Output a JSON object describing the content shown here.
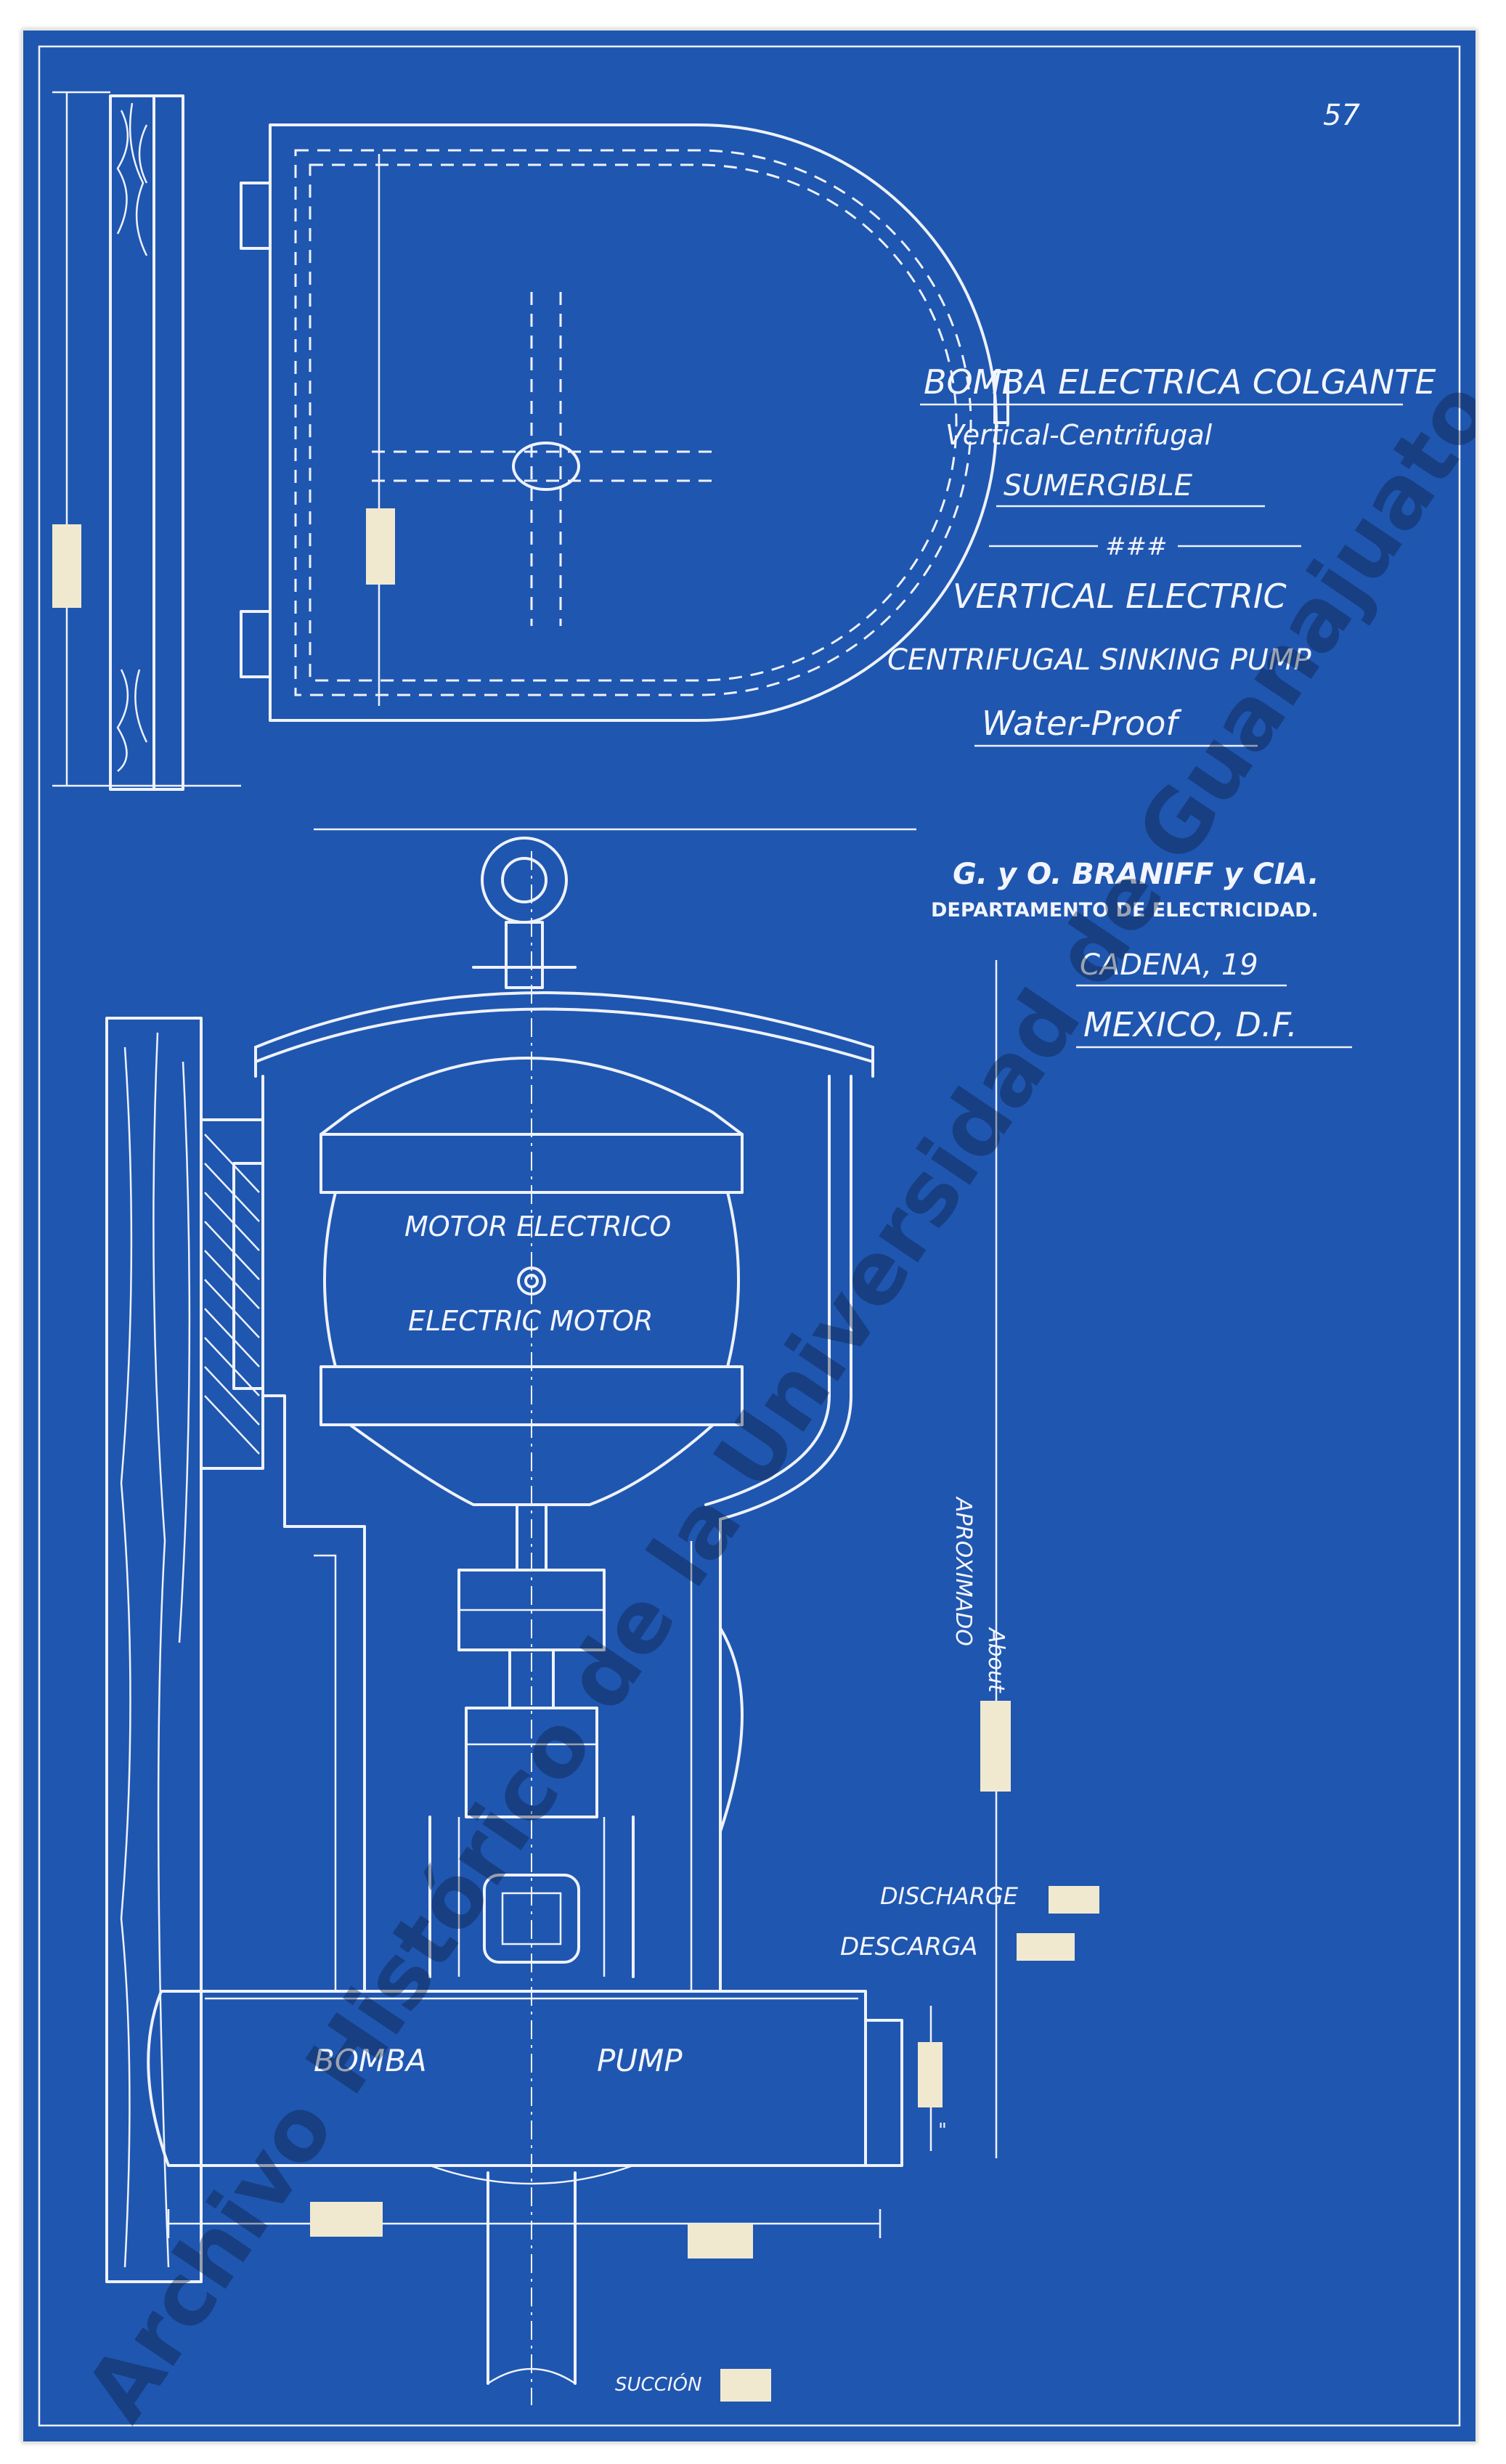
{
  "page_number": "57",
  "title_block": {
    "line1": "BOMBA ELECTRICA COLGANTE",
    "line2": "Vertical-Centrifugal",
    "line3": "SUMERGIBLE",
    "separator": "###",
    "line4": "VERTICAL ELECTRIC",
    "line5": "CENTRIFUGAL SINKING PUMP",
    "line6": "Water-Proof"
  },
  "company": {
    "name": "G. y O. BRANIFF y CIA.",
    "department": "DEPARTAMENTO DE ELECTRICIDAD.",
    "street": "CADENA, 19",
    "city": "MEXICO, D.F."
  },
  "labels": {
    "motor_es": "MOTOR ELECTRICO",
    "motor_en": "ELECTRIC MOTOR",
    "pump_es": "BOMBA",
    "pump_en": "PUMP",
    "discharge_en": "DISCHARGE",
    "discharge_es": "DESCARGA",
    "suction_es": "SUCCIÓN",
    "height_es": "APROXIMADO",
    "height_en": "About",
    "inch_mark": "\""
  },
  "watermark": "Archivo Histórico de la Universidad de Guanajuato",
  "colors": {
    "paper": "#1f56b0",
    "ink": "#eef2fb",
    "patch": "#f1e9cf"
  }
}
